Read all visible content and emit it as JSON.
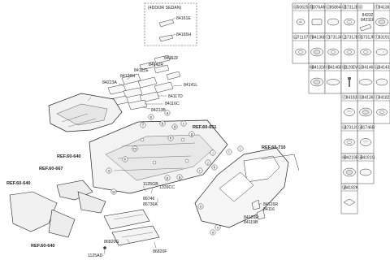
{
  "inset": {
    "title": "(4DOOR SEDAN)",
    "parts": [
      "84161E",
      "84165H"
    ]
  },
  "refs": [
    "REF.60-651",
    "REF.60-710",
    "REF.60-640",
    "REF.60-667",
    "REF.60-640",
    "REF.60-640"
  ],
  "part_labels": [
    "84157F",
    "84142R",
    "84127E",
    "84126H",
    "84223A",
    "84141L",
    "84117D",
    "84116C",
    "84213B",
    "84120",
    "1125GB",
    "1339CC",
    "86746",
    "86736A",
    "86820G",
    "86820F",
    "1125AD",
    "84126R",
    "84116",
    "84129R",
    "84119B"
  ],
  "callout_letters": [
    "a",
    "b",
    "c",
    "d",
    "e",
    "f",
    "g",
    "h",
    "i",
    "j",
    "k",
    "l",
    "m",
    "n",
    "o",
    "p",
    "q",
    "r",
    "s",
    "t",
    "u",
    "v",
    "w"
  ],
  "table": {
    "rows": [
      [
        {
          "letter": "a",
          "code": "50625"
        },
        {
          "letter": "b",
          "code": "1076AM"
        },
        {
          "letter": "c",
          "code": "85864"
        },
        {
          "letter": "d",
          "code": "1731JE"
        },
        {
          "letter": "e",
          "code": "84232\n84231F"
        },
        {
          "letter": "f",
          "code": "84136"
        }
      ],
      [
        {
          "letter": "g",
          "code": "71107"
        },
        {
          "letter": "h",
          "code": "84136B"
        },
        {
          "letter": "i",
          "code": "1731JA"
        },
        {
          "letter": "j",
          "code": "1731JB"
        },
        {
          "letter": "k",
          "code": "1731JF"
        },
        {
          "letter": "l",
          "code": "83191"
        }
      ],
      [
        {
          "letter": "m",
          "code": "84132A"
        },
        {
          "letter": "n",
          "code": "84146B"
        },
        {
          "letter": "o",
          "code": "1129EW"
        },
        {
          "letter": "p",
          "code": "84146"
        },
        {
          "letter": "q",
          "code": "84143"
        }
      ],
      [
        {
          "letter": "r",
          "code": "84183"
        },
        {
          "letter": "s",
          "code": "84136"
        },
        {
          "letter": "t",
          "code": "84182"
        }
      ],
      [
        {
          "letter": "u",
          "code": "1731JC"
        },
        {
          "letter": "v",
          "code": "81746B"
        }
      ],
      [
        {
          "letter": "w",
          "code": "84219E"
        },
        {
          "letter": "x",
          "code": "84191G"
        }
      ],
      [
        {
          "letter": "y",
          "code": "84182K"
        }
      ]
    ]
  }
}
